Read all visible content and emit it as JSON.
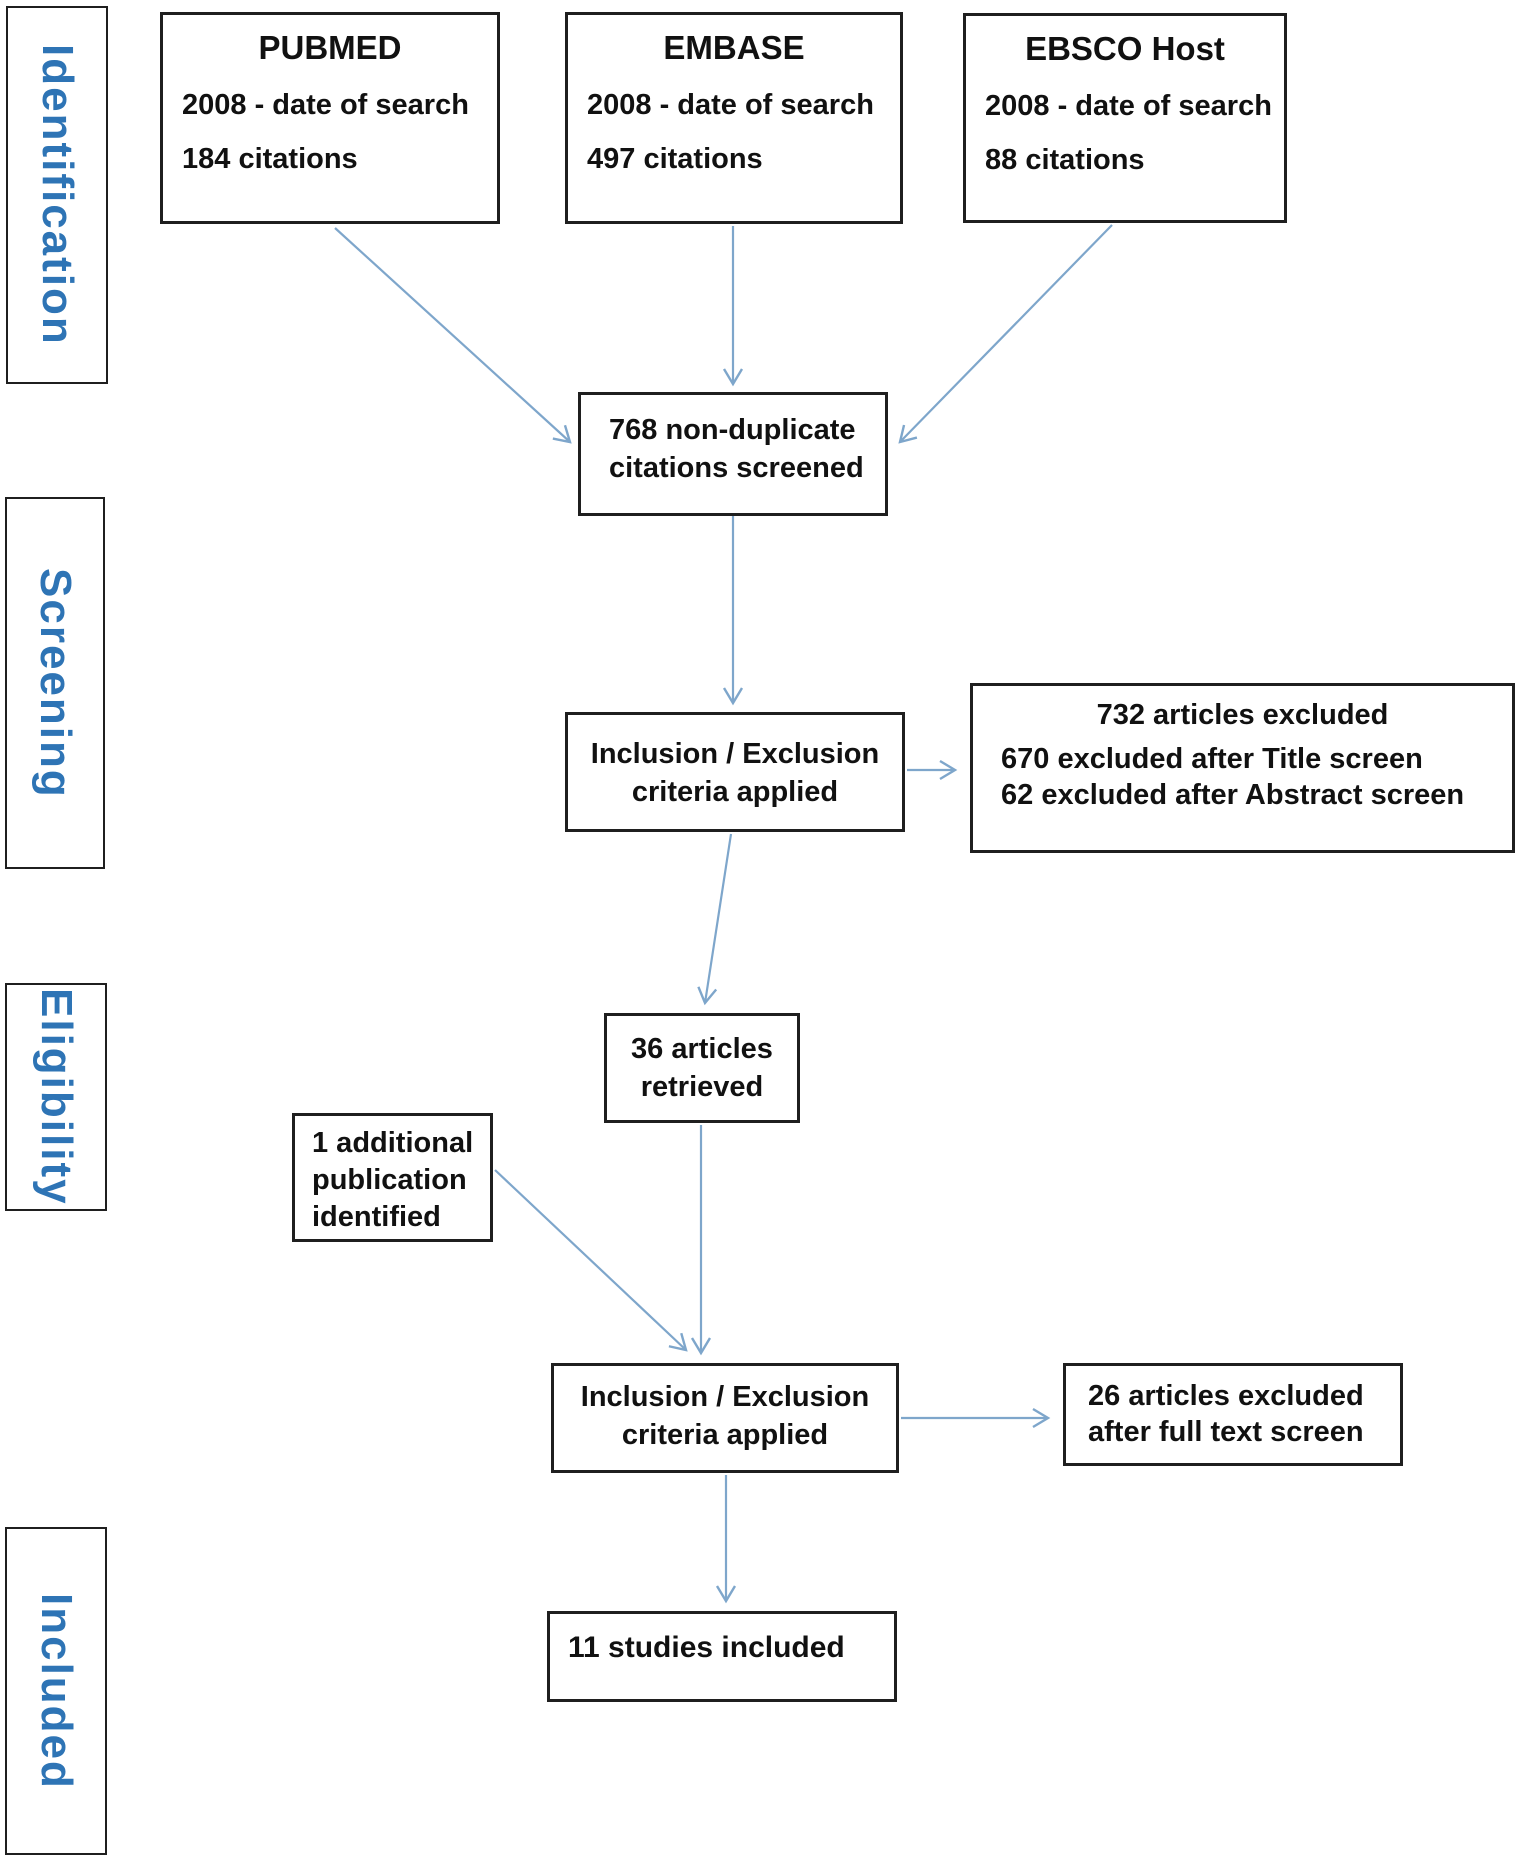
{
  "title": "Systematic review study selection flow diagram",
  "colors": {
    "stage_label_blue": "#2E74B5",
    "arrow_blue": "#7EA6CB",
    "box_border": "#1F1F1F",
    "text": "#111111",
    "background": "#FFFFFF"
  },
  "stages": [
    {
      "label": "Identification"
    },
    {
      "label": "Screening"
    },
    {
      "label": "Eligibility"
    },
    {
      "label": "Included"
    }
  ],
  "sources": [
    {
      "title": "PUBMED",
      "lines": [
        "2008 - date of search",
        "184 citations"
      ]
    },
    {
      "title": "EMBASE",
      "lines": [
        "2008 - date of search",
        "497 citations"
      ]
    },
    {
      "title": "EBSCO Host",
      "lines": [
        "2008 - date of search",
        "88 citations"
      ]
    }
  ],
  "flow": {
    "screened": {
      "lines": [
        "768 non-duplicate",
        "citations screened"
      ]
    },
    "criteria_screening": {
      "lines": [
        "Inclusion / Exclusion",
        "criteria applied"
      ]
    },
    "excluded_screening": {
      "title": "732 articles excluded",
      "lines": [
        "670 excluded after Title screen",
        "62 excluded after Abstract screen"
      ]
    },
    "retrieved": {
      "lines": [
        "36 articles",
        "retrieved"
      ]
    },
    "additional": {
      "lines": [
        "1 additional",
        "publication",
        "identified"
      ]
    },
    "criteria_eligibility": {
      "lines": [
        "Inclusion / Exclusion",
        "criteria applied"
      ]
    },
    "excluded_fulltext": {
      "lines": [
        "26 articles excluded",
        "after full text screen"
      ]
    },
    "included_studies": {
      "lines": [
        "11 studies included"
      ]
    }
  }
}
